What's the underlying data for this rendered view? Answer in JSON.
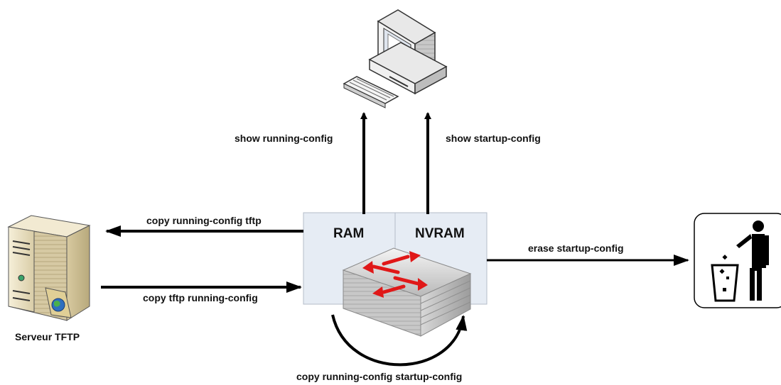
{
  "memory": {
    "ram_label": "RAM",
    "nvram_label": "NVRAM"
  },
  "commands": {
    "show_running": "show running-config",
    "show_startup": "show startup-config",
    "copy_running_tftp": "copy running-config tftp",
    "copy_tftp_running": "copy tftp running-config",
    "erase_startup": "erase startup-config",
    "copy_running_startup": "copy running-config startup-config"
  },
  "tftp_server": {
    "label": "Serveur TFTP"
  },
  "icons": {
    "computer": "desktop-computer-icon",
    "server": "tftp-server-icon",
    "switch": "network-switch-icon",
    "trash": "trash-bin-icon"
  },
  "colors": {
    "memory_box": "#e6ecf4",
    "arrow": "#000000",
    "switch_arrows": "#e01818"
  }
}
